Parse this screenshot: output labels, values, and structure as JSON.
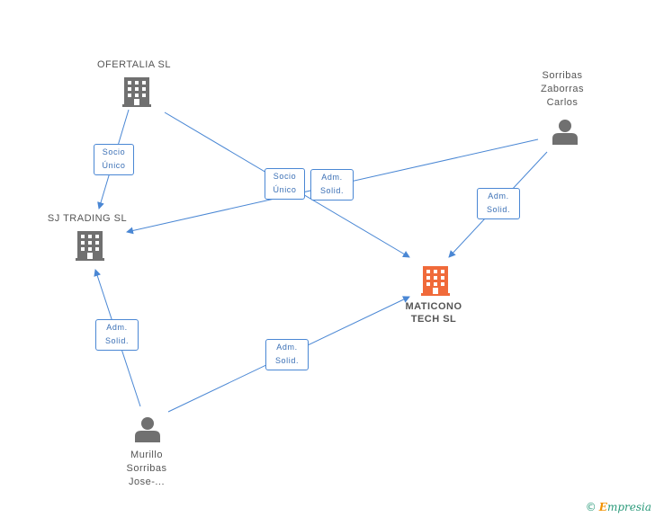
{
  "colors": {
    "edge": "#4a87d4",
    "company": "#707070",
    "main_company": "#f06a3a",
    "person": "#707070"
  },
  "nodes": {
    "ofertalia": {
      "label": "OFERTALIA  SL",
      "icon": "building-icon"
    },
    "sj_trading": {
      "label": "SJ TRADING  SL",
      "icon": "building-icon"
    },
    "maticono": {
      "label_line1": "MATICONO",
      "label_line2": "TECH  SL",
      "icon": "building-icon"
    },
    "sorribas": {
      "label_line1": "Sorribas",
      "label_line2": "Zaborras",
      "label_line3": "Carlos",
      "icon": "person-icon"
    },
    "murillo": {
      "label_line1": "Murillo",
      "label_line2": "Sorribas",
      "label_line3": "Jose-...",
      "icon": "person-icon"
    }
  },
  "edges": {
    "ofertalia_sj": {
      "line1": "Socio",
      "line2": "Único"
    },
    "ofertalia_maticono": {
      "line1": "Socio",
      "line2": "Único"
    },
    "sorribas_sj": {
      "line1": "Adm.",
      "line2": "Solid."
    },
    "sorribas_maticono": {
      "line1": "Adm.",
      "line2": "Solid."
    },
    "murillo_sj": {
      "line1": "Adm.",
      "line2": "Solid."
    },
    "murillo_maticono": {
      "line1": "Adm.",
      "line2": "Solid."
    }
  },
  "footer": {
    "copyright": "©",
    "brand_initial": "E",
    "brand_rest": "mpresia"
  }
}
